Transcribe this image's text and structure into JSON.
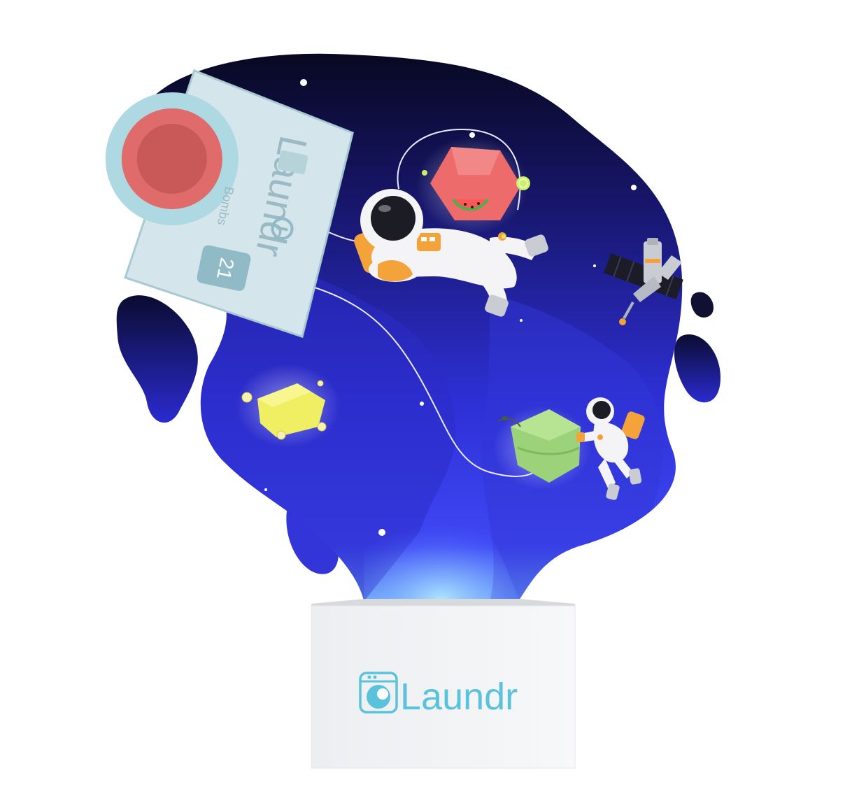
{
  "brand": {
    "name": "Laundr",
    "color": "#5bc2dc"
  },
  "packet": {
    "brand_text": "Laundr",
    "sub_text": "Bombs",
    "count": "21",
    "count_unit": "bombs",
    "accent_color": "#e06b6b",
    "body_color": "#cfe3e8"
  },
  "illustration": {
    "space_top_color": "#0a0a28",
    "space_bottom_color": "#3b3ef2",
    "glow_color": "#8fd8ff",
    "bombs": [
      {
        "name": "watermelon-bomb",
        "color": "#ee6b6b"
      },
      {
        "name": "lemon-bomb",
        "color": "#f2f06a"
      },
      {
        "name": "green-bomb",
        "color": "#9bd27a"
      }
    ],
    "icons": [
      "astronaut-large-icon",
      "astronaut-small-icon",
      "satellite-icon",
      "laundr-washer-logo-icon"
    ]
  }
}
